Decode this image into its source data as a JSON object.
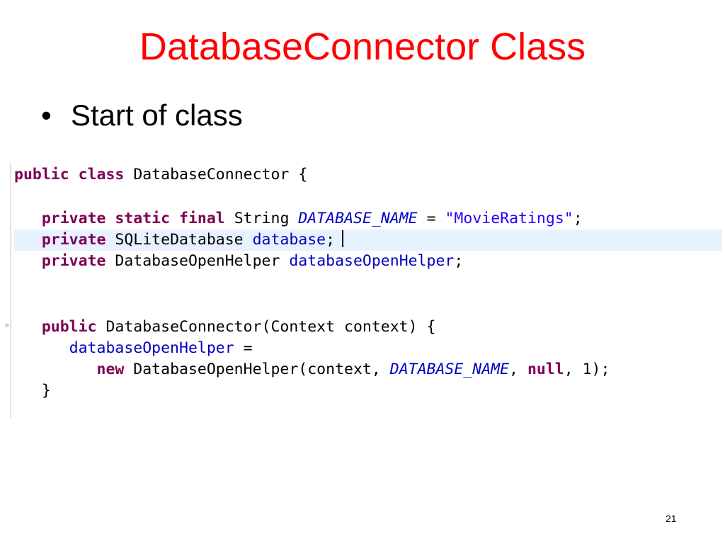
{
  "slide": {
    "title": "DatabaseConnector Class",
    "bullet_symbol": "•",
    "bullet_text": "Start of class",
    "page_number": "21"
  },
  "code": {
    "line1": {
      "kw1": "public",
      "kw2": "class",
      "name": "DatabaseConnector",
      "brace": "{"
    },
    "line2": {
      "kw1": "private",
      "kw2": "static",
      "kw3": "final",
      "type": "String",
      "const": "DATABASE_NAME",
      "eq": "=",
      "str": "\"MovieRatings\"",
      "semi": ";"
    },
    "line3": {
      "kw1": "private",
      "type": "SQLiteDatabase",
      "field": "database",
      "semi": ";"
    },
    "line4": {
      "kw1": "private",
      "type": "DatabaseOpenHelper",
      "field": "databaseOpenHelper",
      "semi": ";"
    },
    "line5": {
      "kw1": "public",
      "sig": "DatabaseConnector(Context context)",
      "brace": "{"
    },
    "line6": {
      "field": "databaseOpenHelper",
      "eq": "="
    },
    "line7": {
      "kw1": "new",
      "call_open": "DatabaseOpenHelper(context,",
      "const": "DATABASE_NAME",
      "comma": ",",
      "kw2": "null",
      "call_close": ", 1);"
    },
    "line8": {
      "brace": "}"
    }
  },
  "colors": {
    "title": "#ff0000",
    "keyword": "#7f0055",
    "field": "#0000c0",
    "string": "#2a00ff",
    "current_line_highlight": "#e8f2fe"
  }
}
